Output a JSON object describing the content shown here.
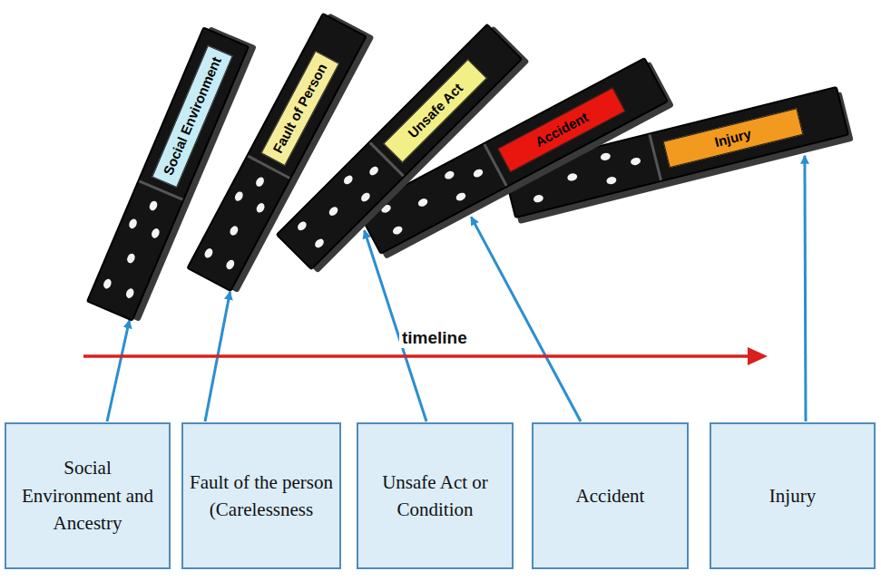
{
  "diagram": {
    "nodes": [
      {
        "text": [
          "Social Environment"
        ]
      },
      {
        "text": [
          "Fault of Person"
        ]
      },
      {
        "text": [
          "Unsafe Act"
        ]
      },
      {
        "text": [
          "Accident"
        ]
      },
      {
        "text": [
          "Injury"
        ]
      },
      {
        "text": [
          "Social Environment and Ancestry"
        ]
      },
      {
        "text": [
          "Fault of the person (Carelessness"
        ]
      },
      {
        "text": [
          "Unsafe Act or Condition"
        ]
      },
      {
        "text": [
          "Accident"
        ]
      },
      {
        "text": [
          "Injury"
        ]
      }
    ],
    "edges": [
      {
        "from": 5,
        "to": 0,
        "arrow": "to"
      },
      {
        "from": 6,
        "to": 1,
        "arrow": "to"
      },
      {
        "from": 7,
        "to": 2,
        "arrow": "to"
      },
      {
        "from": 8,
        "to": 3,
        "arrow": "to"
      },
      {
        "from": 9,
        "to": 4,
        "arrow": "to"
      }
    ],
    "labels": [
      "timeline"
    ]
  }
}
